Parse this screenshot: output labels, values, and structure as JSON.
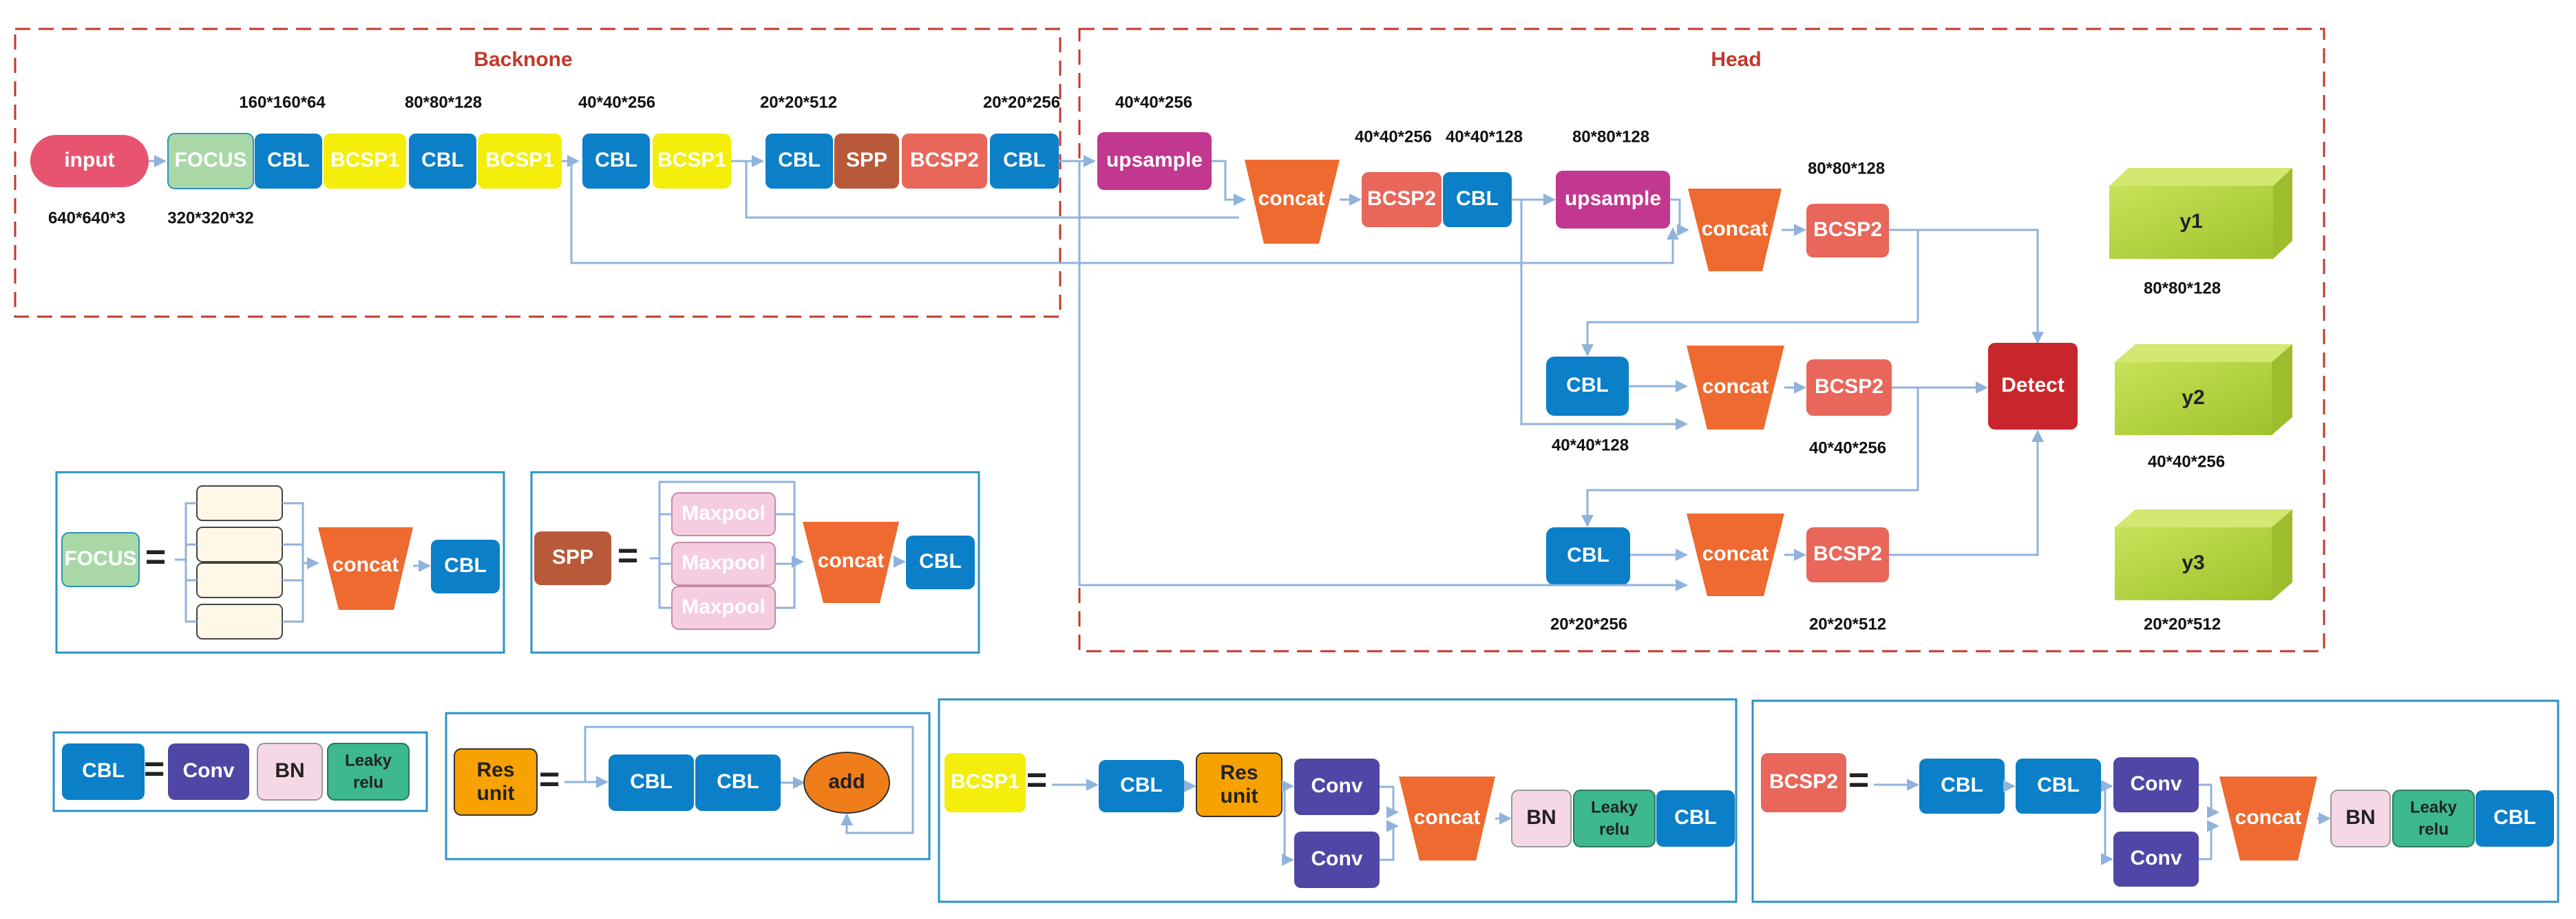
{
  "sections": {
    "backbone": "Backnone",
    "head": "Head"
  },
  "labels": {
    "input": "input",
    "focus": "FOCUS",
    "cbl": "CBL",
    "bcsp1": "BCSP1",
    "bcsp2": "BCSP2",
    "spp": "SPP",
    "upsample": "upsample",
    "concat": "concat",
    "detect": "Detect",
    "maxpool": "Maxpool",
    "conv": "Conv",
    "bn": "BN",
    "leaky_relu": [
      "Leaky",
      "relu"
    ],
    "res_unit": [
      "Res",
      "unit"
    ],
    "add": "add",
    "equals": "=",
    "y1": "y1",
    "y2": "y2",
    "y3": "y3"
  },
  "dims": {
    "input": "640*640*3",
    "focus": "320*320*32",
    "d160": "160*160*64",
    "d80": "80*80*128",
    "d40": "40*40*256",
    "d20": "20*20*512",
    "d20b": "20*20*256",
    "up40": "40*40*256",
    "h1a": "40*40*256",
    "h1b": "40*40*128",
    "up80": "80*80*128",
    "bcsp2_80": "80*80*128",
    "cbl_mid": "40*40*128",
    "bcsp2_40": "40*40*256",
    "cbl_low": "20*20*256",
    "bcsp2_20": "20*20*512",
    "y1": "80*80*128",
    "y2": "40*40*256",
    "y3": "20*20*512"
  },
  "colors": {
    "cbl": "#0b7fc8",
    "focus": "#a9d8a6",
    "bcsp1": "#f4ee0a",
    "bcsp2": "#e8665a",
    "spp": "#b85a3a",
    "upsample": "#c2378f",
    "concat": "#ee6a30",
    "detect": "#c8262c",
    "input": "#e85470",
    "maxpool": "#f6cde0",
    "conv": "#4f46a6",
    "bn": "#f6d7e6",
    "leaky": "#3eb88e",
    "res": "#f7a200",
    "add": "#ef7d1a",
    "output": "#b4d33a",
    "section_border": "#c0392b",
    "box_border": "#2a93c4",
    "arrow": "#8fb3dc"
  }
}
